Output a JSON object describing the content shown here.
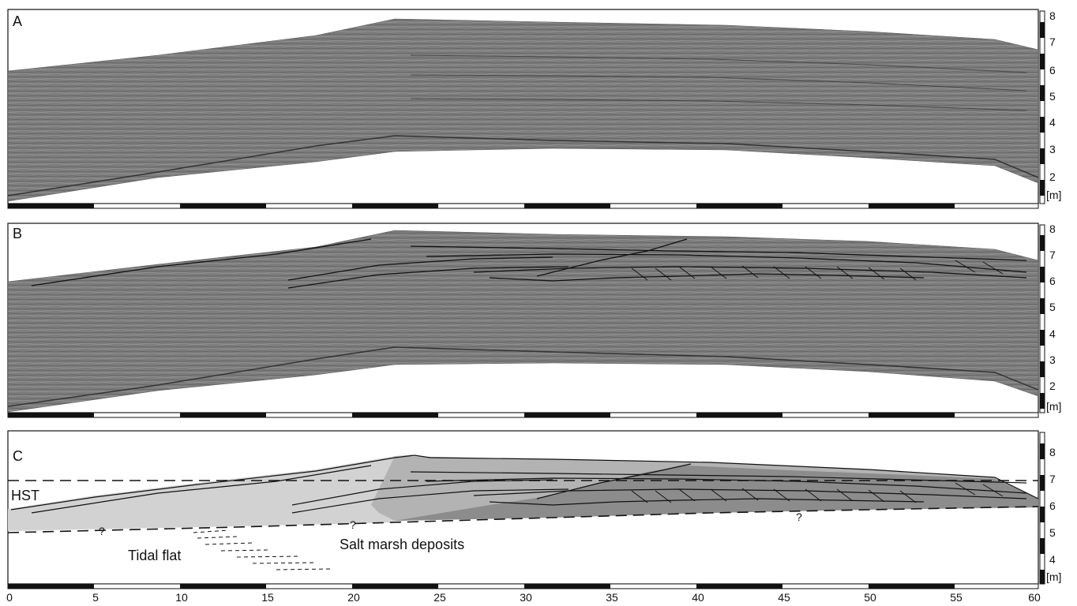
{
  "figure": {
    "panels": [
      {
        "letter": "A"
      },
      {
        "letter": "B"
      },
      {
        "letter": "C"
      }
    ],
    "depth_axis": {
      "labels": [
        "8",
        "7",
        "6",
        "5",
        "4",
        "3",
        "2"
      ],
      "labels_c": [
        "8",
        "7",
        "6",
        "5",
        "4"
      ],
      "unit": "[m]"
    },
    "distance_axis": {
      "labels": [
        "0",
        "5",
        "10",
        "15",
        "20",
        "25",
        "30",
        "35",
        "40",
        "45",
        "50",
        "55",
        "60"
      ]
    },
    "annotations": {
      "hst": "HST",
      "tidal_flat": "Tidal flat",
      "salt_marsh": "Salt marsh deposits",
      "question_mark": "?"
    },
    "colors": {
      "radar_fill": "#7c7c7c",
      "light_unit": "#d0d0d0",
      "mid_unit": "#b5b5b5",
      "dark_unit": "#8c8c8c",
      "frame": "#111111"
    }
  }
}
